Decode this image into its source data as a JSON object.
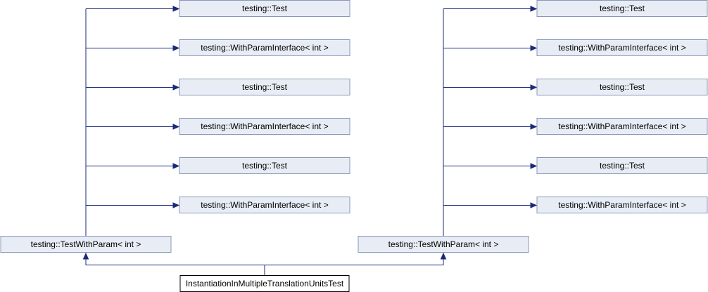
{
  "diagram": {
    "left_group": {
      "bases": [
        "testing::Test",
        "testing::WithParamInterface< int >",
        "testing::Test",
        "testing::WithParamInterface< int >",
        "testing::Test",
        "testing::WithParamInterface< int >"
      ],
      "parent": "testing::TestWithParam< int >"
    },
    "right_group": {
      "bases": [
        "testing::Test",
        "testing::WithParamInterface< int >",
        "testing::Test",
        "testing::WithParamInterface< int >",
        "testing::Test",
        "testing::WithParamInterface< int >"
      ],
      "parent": "testing::TestWithParam< int >"
    },
    "root": "InstantiationInMultipleTranslationUnitsTest",
    "colors": {
      "node_fill": "#e8edf5",
      "node_border": "#8a97b8",
      "edge": "#1b2a7a",
      "root_border": "#000000"
    }
  }
}
